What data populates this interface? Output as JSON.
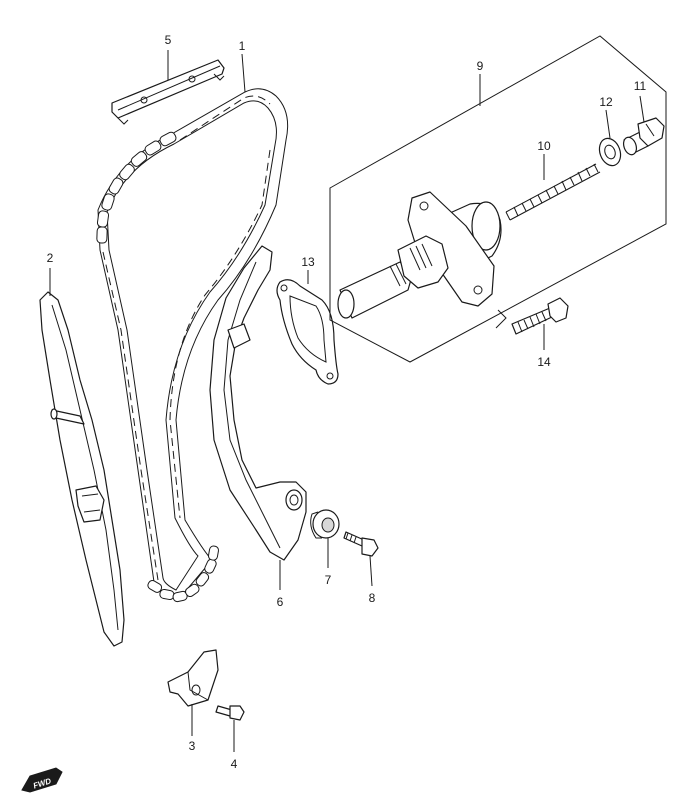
{
  "callouts": {
    "c1": "1",
    "c2": "2",
    "c3": "3",
    "c4": "4",
    "c5": "5",
    "c6": "6",
    "c7": "7",
    "c8": "8",
    "c9": "9",
    "c10": "10",
    "c11": "11",
    "c12": "12",
    "c13": "13",
    "c14": "14"
  },
  "fwd_badge": "FWD"
}
